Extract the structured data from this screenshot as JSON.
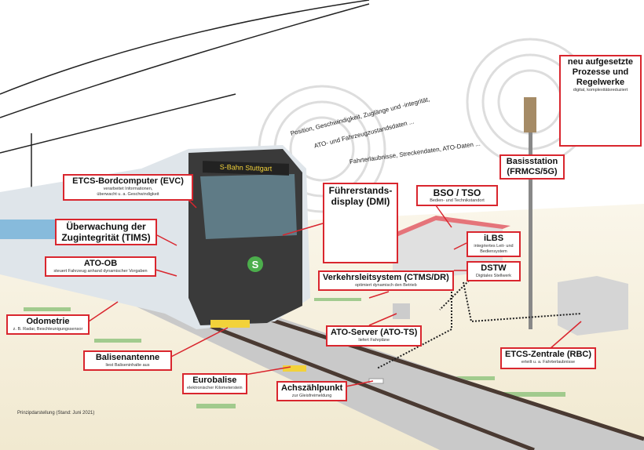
{
  "train": {
    "destination_sign": "S-Bahn Stuttgart",
    "logo": "S"
  },
  "radio": {
    "uplink": "Position, Geschwindigkeit, Zuglänge und -integrität, ATO- und Fahrzeugzustandsdaten ...",
    "uplink_line1": "Position, Geschwindigkeit, Zuglänge und -integrität,",
    "uplink_line2": "ATO- und Fahrzeugzustandsdaten ...",
    "downlink": "Fahrterlaubnisse, Streckendaten, ATO-Daten ..."
  },
  "labels": {
    "evc": {
      "title": "ETCS-Bordcomputer (EVC)",
      "sub1": "verarbeitet Informationen,",
      "sub2": "überwacht u. a. Geschwindigkeit"
    },
    "tims": {
      "title1": "Überwachung der",
      "title2": "Zugintegrität (TIMS)"
    },
    "atoob": {
      "title": "ATO-OB",
      "sub": "steuert Fahrzeug anhand dynamischer Vorgaben"
    },
    "odometrie": {
      "title": "Odometrie",
      "sub": "z. B. Radar, Beschleunigungssensor"
    },
    "balisenantenne": {
      "title": "Balisenantenne",
      "sub": "liest Baliseninhalte aus"
    },
    "eurobalise": {
      "title": "Eurobalise",
      "sub": "elektronischer Kilometerstein"
    },
    "achszaehlpunkt": {
      "title": "Achszählpunkt",
      "sub": "zur Gleisfreimeldung"
    },
    "atoserver": {
      "title": "ATO-Server (ATO-TS)",
      "sub": "liefert Fahrpläne"
    },
    "rbc": {
      "title": "ETCS-Zentrale (RBC)",
      "sub": "erteilt u. a. Fahrterlaubnisse"
    },
    "ctms": {
      "title": "Verkehrsleitsystem (CTMS/DR)",
      "sub": "optimiert dynamisch den Betrieb"
    },
    "dmi": {
      "title1": "Führerstands-",
      "title2": "display (DMI)"
    },
    "bso": {
      "title": "BSO / TSO",
      "sub": "Bedien- und Technikstandort"
    },
    "ilbs": {
      "title": "iLBS",
      "sub1": "integriertes Leit- und",
      "sub2": "Bediensystem"
    },
    "dstw": {
      "title": "DSTW",
      "sub": "Digitales Stellwerk"
    },
    "basis": {
      "title1": "Basisstation",
      "title2": "(FRMCS/5G)"
    },
    "prozesse": {
      "title1": "neu aufgesetzte",
      "title2": "Prozesse und",
      "title3": "Regelwerke",
      "sub": "digital, komplexitätsreduziert"
    }
  },
  "footer": {
    "note": "Prinzipdarstellung (Stand: Juni 2021)"
  },
  "colors": {
    "accent": "#d9262e",
    "ground": "#f4eedb",
    "track_green": "#8cc27a",
    "train": "#3a3a3a",
    "sign": "#f2d23a"
  }
}
